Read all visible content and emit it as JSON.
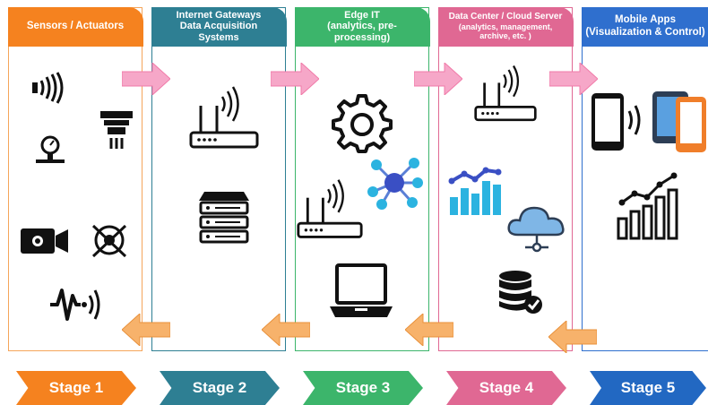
{
  "columns": [
    {
      "title": "Sensors / Actuators",
      "color": "#f5821f",
      "border": "#f5a55a"
    },
    {
      "title_lines": [
        "Internet Gateways",
        "Data Acquisition",
        "Systems"
      ],
      "color": "#2e7f93",
      "border": "#2e7f93"
    },
    {
      "title_lines": [
        "Edge IT",
        "(analytics, pre-",
        "processing)"
      ],
      "color": "#3cb56b",
      "border": "#3cb56b"
    },
    {
      "title_lines": [
        "Data Center / Cloud Server",
        "(analytics, management,",
        "archive, etc. )"
      ],
      "color": "#e06893",
      "border": "#e06893"
    },
    {
      "title_lines": [
        "Mobile Apps",
        "(Visualization & Control)"
      ],
      "color": "#2f6fce",
      "border": "#2f6fce"
    }
  ],
  "stages": [
    {
      "label": "Stage 1",
      "color": "#f5821f"
    },
    {
      "label": "Stage 2",
      "color": "#2e7f93"
    },
    {
      "label": "Stage 3",
      "color": "#3cb56b"
    },
    {
      "label": "Stage 4",
      "color": "#e06893"
    },
    {
      "label": "Stage 5",
      "color": "#2268c2"
    }
  ],
  "arrows": {
    "forward_color": "#f6a7c8",
    "backward_color": "#f7b26b"
  },
  "icons": {
    "col1": [
      "rfid-icon",
      "fire-sensor-icon",
      "pressure-gauge-icon",
      "camera-icon",
      "motor-icon",
      "heartbeat-signal-icon"
    ],
    "col2": [
      "router-icon",
      "server-rack-icon"
    ],
    "col3": [
      "gear-icon",
      "network-hub-icon",
      "router-icon",
      "laptop-icon"
    ],
    "col4": [
      "router-icon",
      "bar-line-chart-icon",
      "cloud-icon",
      "database-check-icon"
    ],
    "col5": [
      "smartphone-icon",
      "tablet-icon",
      "growth-chart-icon"
    ]
  }
}
